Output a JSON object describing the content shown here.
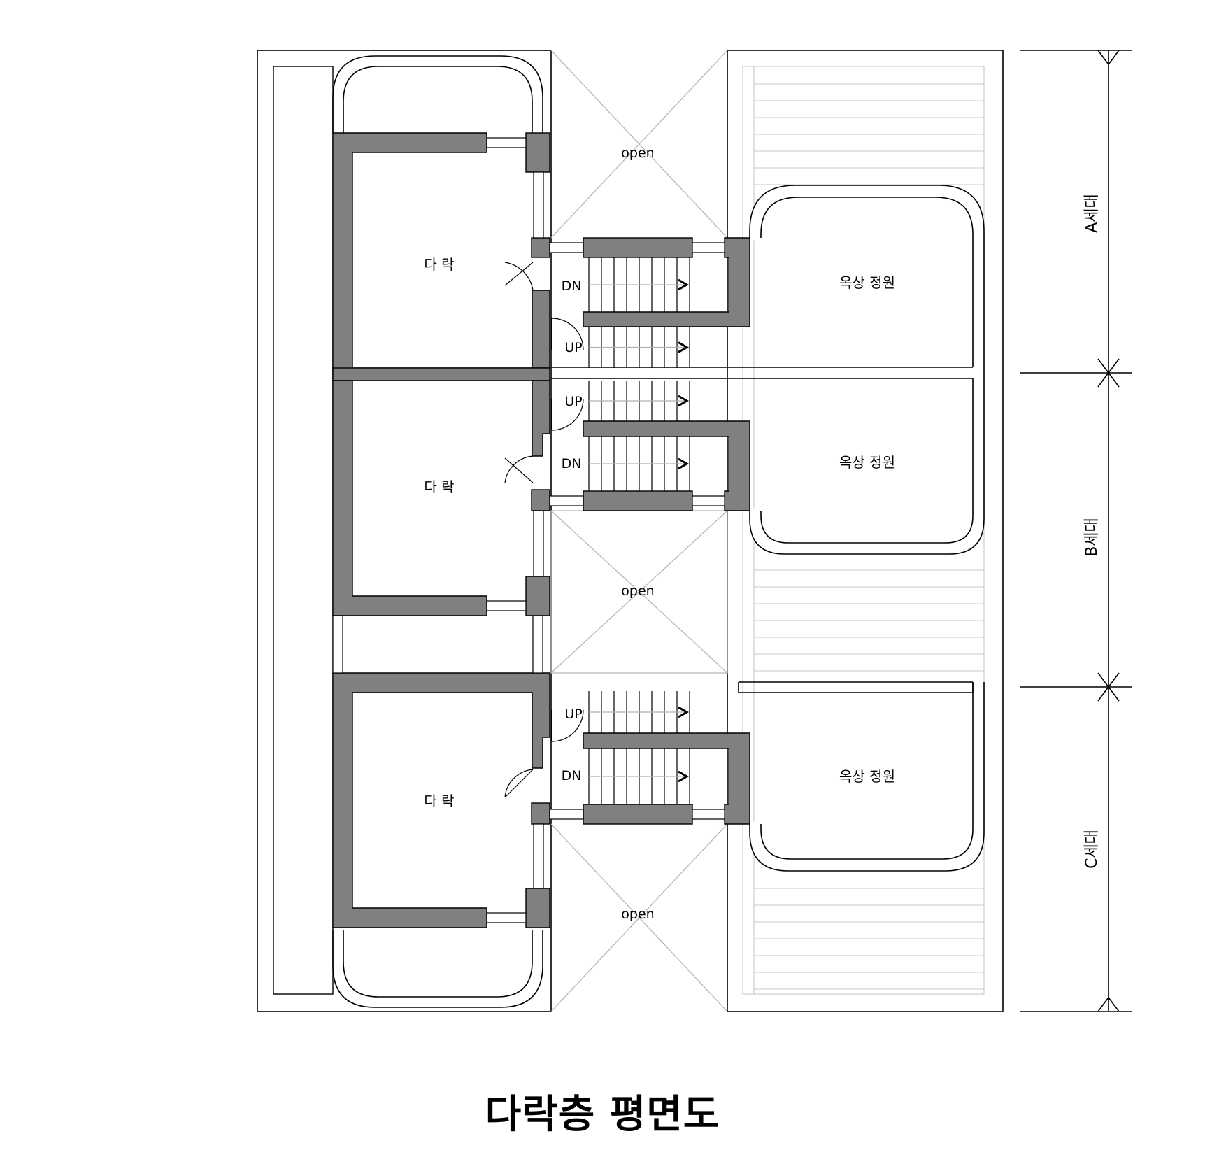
{
  "drawing": {
    "title": "다락층 평면도",
    "units": [
      {
        "id": "A",
        "dimension_label": "A세대",
        "attic_label": "다 락",
        "garden_label": "옥상 정원",
        "stair_top_label": "DN",
        "stair_bottom_label": "UP",
        "void_label": "open"
      },
      {
        "id": "B",
        "dimension_label": "B세대",
        "attic_label": "다 락",
        "garden_label": "옥상 정원",
        "stair_top_label": "UP",
        "stair_bottom_label": "DN",
        "void_label": "open"
      },
      {
        "id": "C",
        "dimension_label": "C세대",
        "attic_label": "다 락",
        "garden_label": "옥상 정원",
        "stair_top_label": "UP",
        "stair_bottom_label": "DN",
        "void_label": "open"
      }
    ],
    "colors": {
      "wall": "#808080",
      "line": "#000000",
      "thin": "#b8b8b8",
      "background": "#ffffff"
    }
  }
}
